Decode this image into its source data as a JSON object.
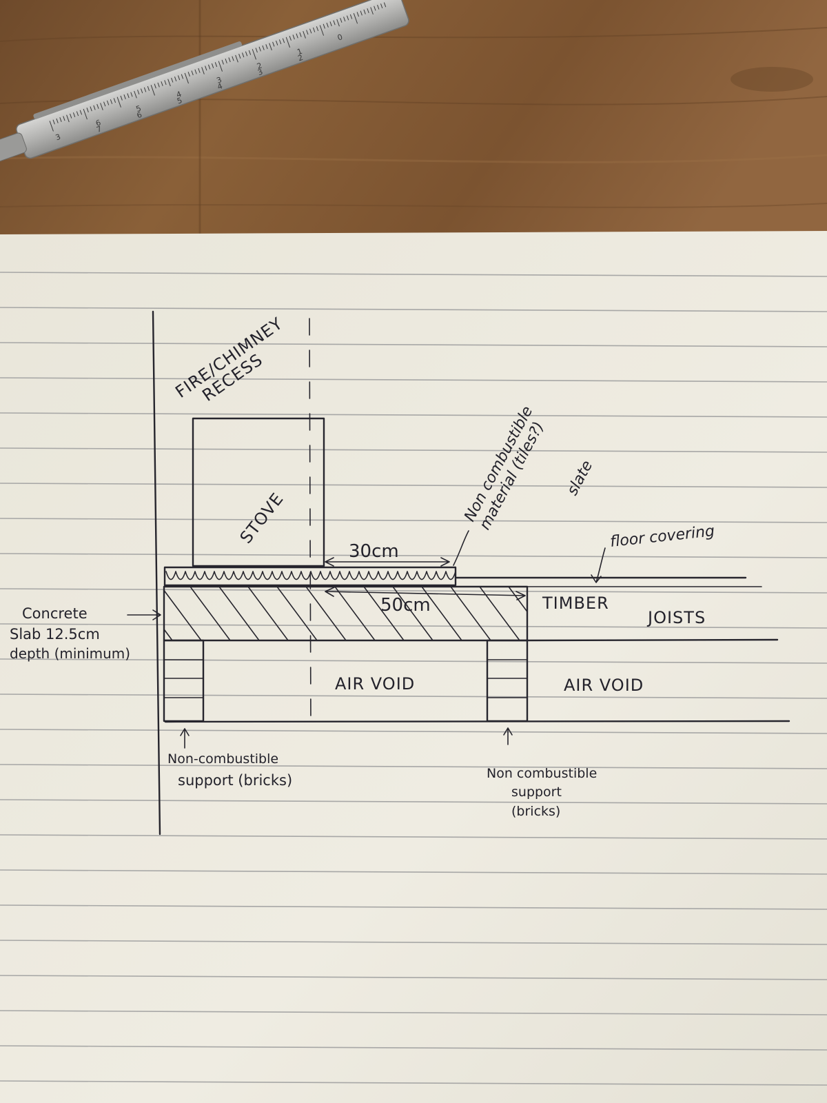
{
  "labels": {
    "fire_recess": "FIRE/CHIMNEY",
    "fire_recess_2": "RECESS",
    "stove": "STOVE",
    "hearth_note_1": "Non combustible",
    "hearth_note_2": "material (tiles?)",
    "hearth_note_3": "slate",
    "floor_covering": "floor covering",
    "dim_30": "30cm",
    "dim_50": "50cm",
    "timber": "TIMBER",
    "joists": "JOISTS",
    "concrete_1": "Concrete",
    "concrete_2": "Slab 12.5cm",
    "concrete_3": "depth (minimum)",
    "air_void_left": "AIR VOID",
    "air_void_right": "AIR VOID",
    "support_left_1": "Non-combustible",
    "support_left_2": "support (bricks)",
    "support_right_1": "Non combustible",
    "support_right_2": "support",
    "support_right_3": "(bricks)",
    "ruler_marks": [
      "3",
      "6",
      "5",
      "4",
      "3",
      "2",
      "1",
      "0",
      "7",
      "6",
      "5",
      "4",
      "3",
      "2"
    ]
  },
  "colors": {
    "wood": "#7a5432",
    "paper": "#ece9de",
    "ink": "#26252d",
    "rule_line": "#a7a7a6",
    "pen_body": "#b9b9b7"
  }
}
